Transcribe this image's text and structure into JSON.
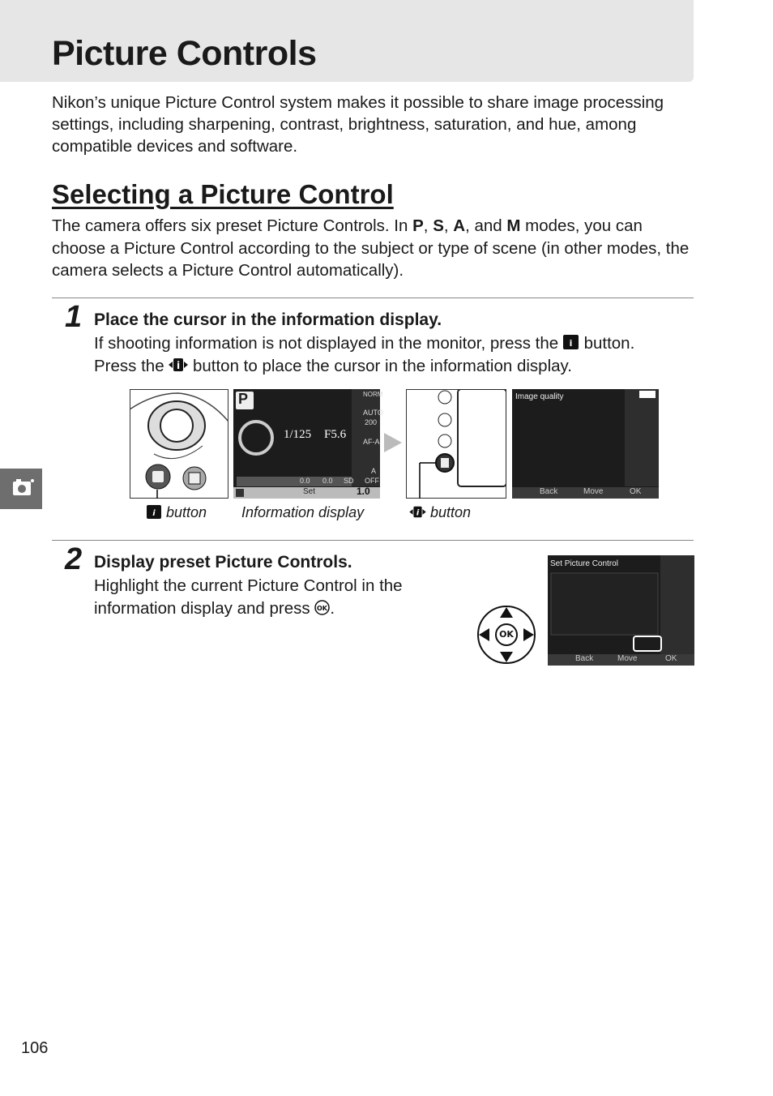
{
  "page": {
    "title": "Picture Controls",
    "intro": "Nikon’s unique Picture Control system makes it possible to share image processing settings, including sharpening, contrast, brightness, saturation, and hue, among compatible devices and software.",
    "page_number": "106"
  },
  "section": {
    "title": "Selecting a Picture Control",
    "body_a": "The camera offers six preset Picture Controls.  In ",
    "mode_p": "P",
    "sep1": ", ",
    "mode_s": "S",
    "sep2": ", ",
    "mode_a": "A",
    "sep3": ", and ",
    "mode_m": "M",
    "body_b": " modes, you can choose a Picture Control according to the subject or type of scene (in other modes, the camera selects a Picture Control automatically)."
  },
  "step1": {
    "number": "1",
    "heading": "Place the cursor in the information display.",
    "text_a": "If shooting information is not displayed in the monitor, press the ",
    "text_b": " button.",
    "text_c": "Press the ",
    "text_d": " button to place the cursor in the information display.",
    "caption_info_button": "button",
    "caption_info_display": "Information display",
    "caption_i_button": "button"
  },
  "step2": {
    "number": "2",
    "heading": "Display preset Picture Controls.",
    "text_a": "Highlight the current Picture Control in the information display and press ",
    "text_b": "."
  },
  "screens": {
    "info": {
      "mode": "P",
      "shutter": "1/125",
      "aperture": "F5.6",
      "qual": "NORM",
      "wb": "AUTO",
      "iso": "200",
      "af": "AF-A",
      "adl": "A",
      "bkt": "OFF",
      "exp": "0.0",
      "flash": "0.0",
      "pc": "SD",
      "set": "Set",
      "frames": "1.0"
    },
    "quality": {
      "title": "Image quality",
      "back": "Back",
      "move": "Move",
      "ok": "OK"
    },
    "setpc": {
      "title": "Set Picture Control",
      "back": "Back",
      "move": "Move",
      "ok": "OK"
    },
    "ok_label": "OK"
  },
  "colors": {
    "title_band": "#e6e6e6",
    "side_tab": "#6e6e6e",
    "lcd": "#1c1c1c",
    "highlight": "#ffffff"
  }
}
